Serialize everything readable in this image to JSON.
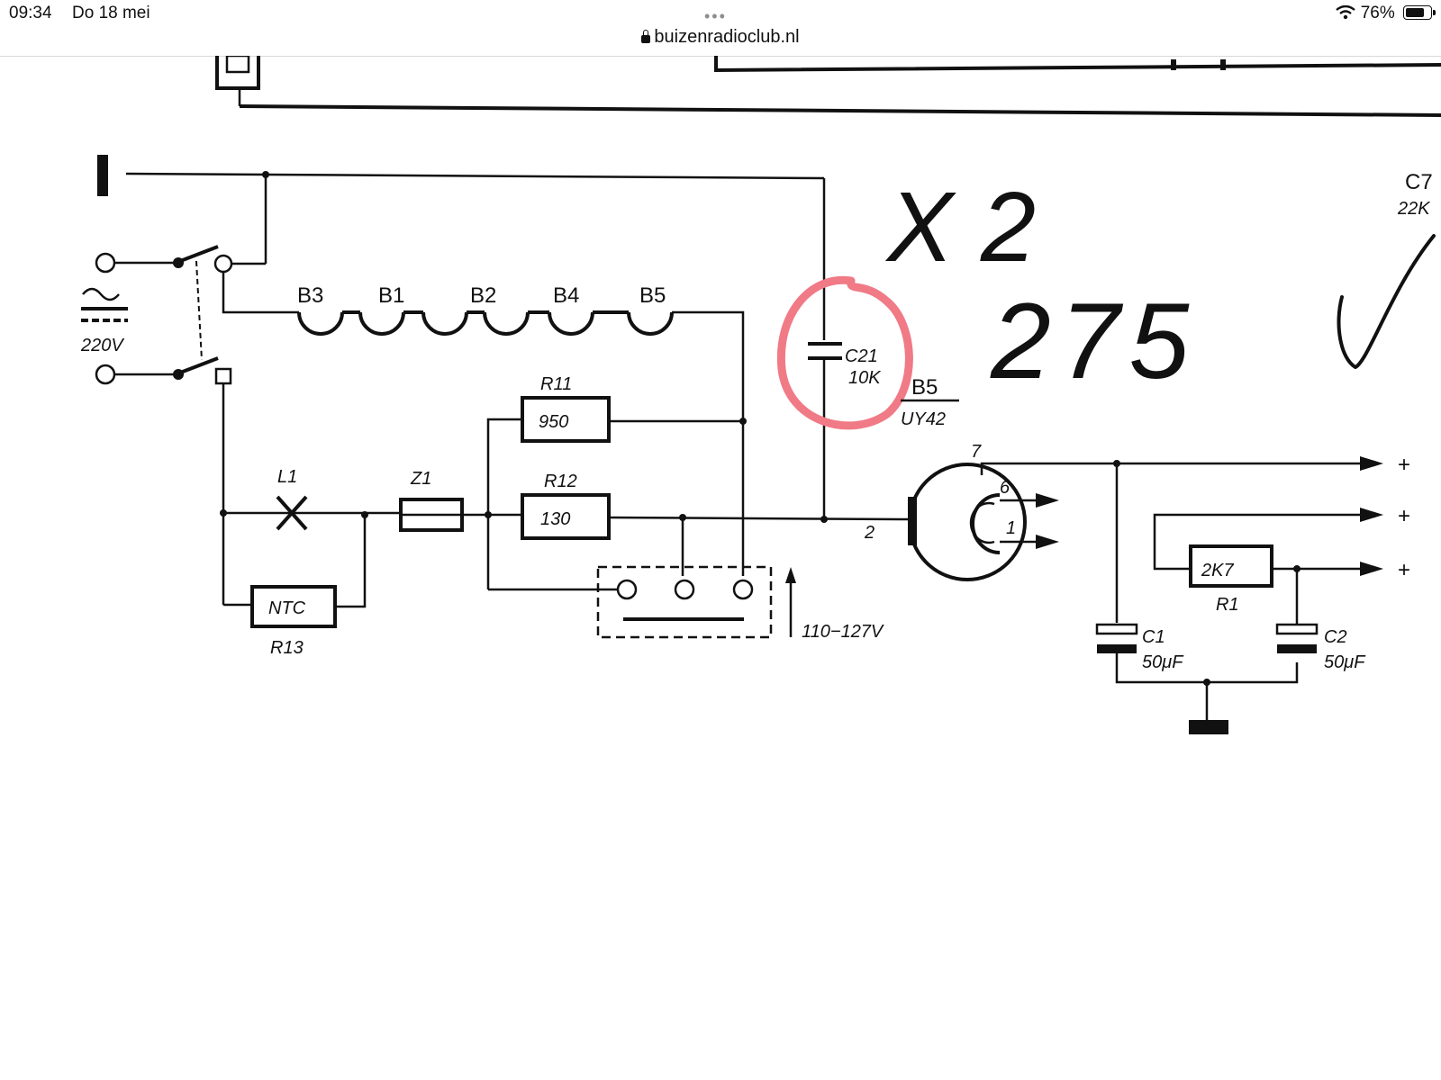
{
  "status_bar": {
    "time": "09:34",
    "date": "Do 18 mei",
    "url": "buizenradioclub.nl",
    "battery": "76%",
    "battery_level": 0.76,
    "icons": [
      "lock-icon",
      "wifi-icon",
      "battery-icon",
      "more-dots-icon"
    ]
  },
  "schematic": {
    "mains_voltage": "220V",
    "filaments": [
      "B3",
      "B1",
      "B2",
      "B4",
      "B5"
    ],
    "resistor_r11": {
      "name": "R11",
      "value": "950"
    },
    "resistor_r12": {
      "name": "R12",
      "value": "130"
    },
    "lamp": "L1",
    "fuse": "Z1",
    "ntc": {
      "name": "R13",
      "value": "NTC"
    },
    "voltage_selector": "110−127V",
    "capacitor_c21": {
      "name": "C21",
      "value": "10K"
    },
    "tube": {
      "name": "B5",
      "type": "UY42",
      "pins": [
        "7",
        "6",
        "2",
        "1"
      ]
    },
    "resistor_r1": {
      "name": "R1",
      "value": "2K7"
    },
    "capacitor_c1": {
      "name": "C1",
      "value": "50μF"
    },
    "capacitor_c2": {
      "name": "C2",
      "value": "50μF"
    },
    "capacitor_c7": {
      "name": "C7",
      "value": "22K"
    },
    "outputs": [
      "+",
      "+",
      "+"
    ]
  },
  "annotations": {
    "handwritten_text_1": "X 2",
    "handwritten_text_2": "275",
    "highlight_color": "#f07a86",
    "checkmark": "check-icon"
  }
}
